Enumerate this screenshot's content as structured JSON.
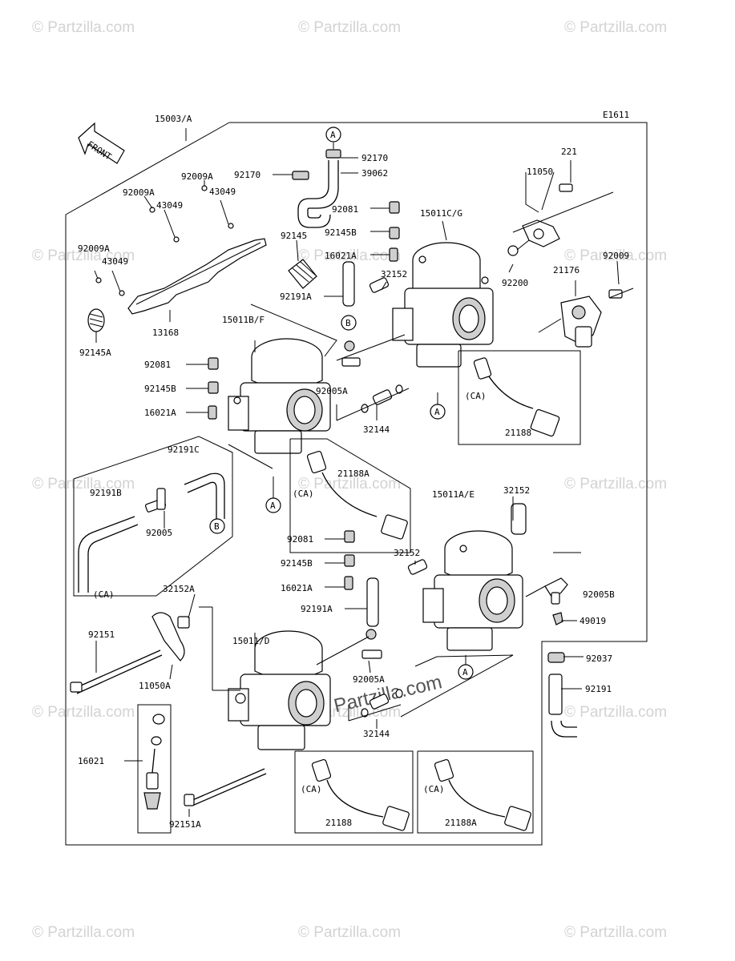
{
  "diagram_code": "E1611",
  "front_label": "FRONT",
  "watermarks": {
    "brand": "© Partzilla.com",
    "center": "© Partzilla.com"
  },
  "labels": {
    "l_15003A": "15003/A",
    "l_92170a": "92170",
    "l_92170b": "92170",
    "l_39062": "39062",
    "l_221": "221",
    "l_92009A_1": "92009A",
    "l_43049_1": "43049",
    "l_92009A_2": "92009A",
    "l_43049_2": "43049",
    "l_92081_1": "92081",
    "l_15011CG": "15011C/G",
    "l_11050": "11050",
    "l_92145B_1": "92145B",
    "l_92009A_3": "92009A",
    "l_43049_3": "43049",
    "l_92145": "92145",
    "l_16021A_1": "16021A",
    "l_32152_1": "32152",
    "l_92200": "92200",
    "l_21176": "21176",
    "l_92009": "92009",
    "l_92191A_1": "92191A",
    "l_92145A": "92145A",
    "l_13168": "13168",
    "l_15011BF": "15011B/F",
    "l_92081_2": "92081",
    "l_92145B_2": "92145B",
    "l_16021A_2": "16021A",
    "l_92005A_1": "92005A",
    "l_32144_1": "32144",
    "l_CA_1": "(CA)",
    "l_21188_1": "21188",
    "l_92191C": "92191C",
    "l_92191B": "92191B",
    "l_92005": "92005",
    "l_CA_2": "(CA)",
    "l_21188A_1": "21188A",
    "l_CA_3": "(CA)",
    "l_15011AE": "15011A/E",
    "l_32152_2": "32152",
    "l_92081_3": "92081",
    "l_92145B_3": "92145B",
    "l_32152_3": "32152",
    "l_16021A_3": "16021A",
    "l_92191A_2": "92191A",
    "l_92005B": "92005B",
    "l_32152A": "32152A",
    "l_49019": "49019",
    "l_92151": "92151",
    "l_15011D": "15011/D",
    "l_92037": "92037",
    "l_11050A": "11050A",
    "l_92005A_2": "92005A",
    "l_92191": "92191",
    "l_32144_2": "32144",
    "l_16021": "16021",
    "l_CA_4": "(CA)",
    "l_CA_5": "(CA)",
    "l_21188_2": "21188",
    "l_21188A_2": "21188A",
    "l_92151A": "92151A"
  },
  "refs": {
    "r_A_top": "A",
    "r_B_mid": "B",
    "r_A_right": "A",
    "r_A_left": "A",
    "r_B_hose": "B",
    "r_A_bottom": "A"
  }
}
